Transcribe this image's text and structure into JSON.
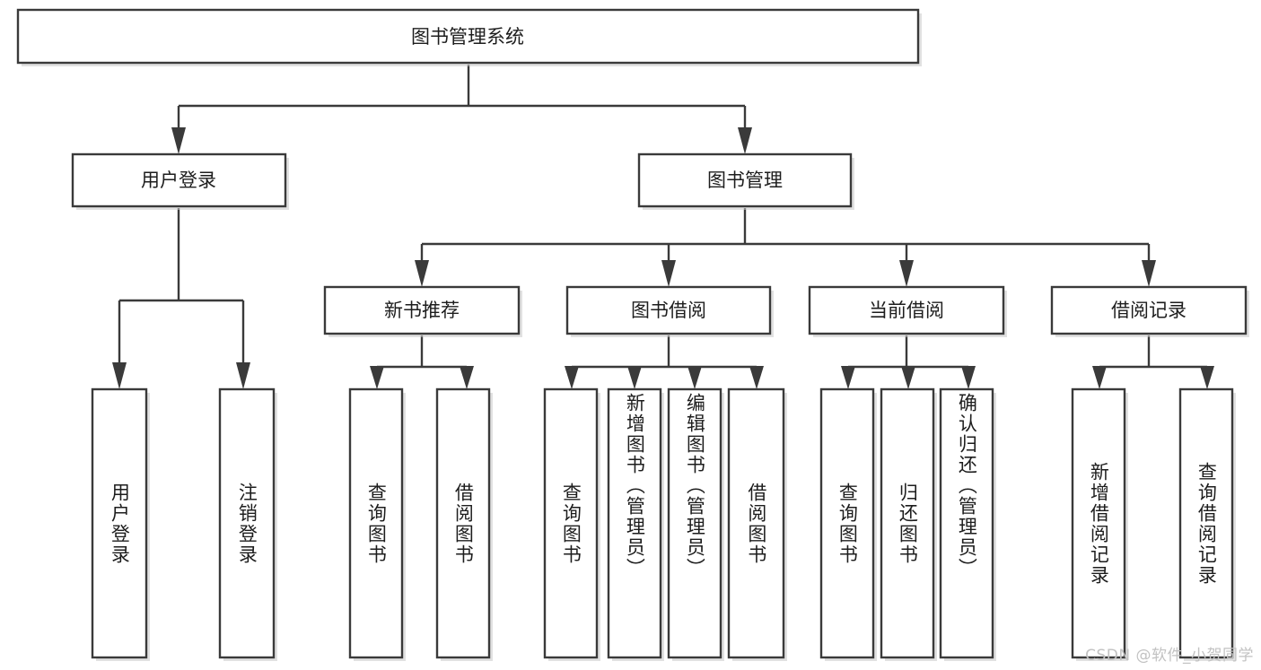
{
  "diagram": {
    "title": "图书管理系统",
    "type": "hierarchy-tree",
    "watermark": "CSDN @软件_小贺同学",
    "colors": {
      "background": "#ffffff",
      "stroke": "#3a3a3a",
      "text": "#1d1d1d",
      "watermark": "#c2c2c2"
    },
    "root": {
      "label": "图书管理系统"
    },
    "level2": [
      {
        "label": "用户登录"
      },
      {
        "label": "图书管理"
      }
    ],
    "level3": [
      {
        "label": "新书推荐"
      },
      {
        "label": "图书借阅"
      },
      {
        "label": "当前借阅"
      },
      {
        "label": "借阅记录"
      }
    ],
    "leaves": {
      "user_login": [
        {
          "label": "用户登录"
        },
        {
          "label": "注销登录"
        }
      ],
      "new_book_recommend": [
        {
          "label": "查询图书"
        },
        {
          "label": "借阅图书"
        }
      ],
      "book_borrow": [
        {
          "label": "查询图书"
        },
        {
          "label": "新增图书（管理员）"
        },
        {
          "label": "编辑图书（管理员）"
        },
        {
          "label": "借阅图书"
        }
      ],
      "current_borrow": [
        {
          "label": "查询图书"
        },
        {
          "label": "归还图书"
        },
        {
          "label": "确认归还（管理员）"
        }
      ],
      "borrow_record": [
        {
          "label": "新增借阅记录"
        },
        {
          "label": "查询借阅记录"
        }
      ]
    }
  }
}
